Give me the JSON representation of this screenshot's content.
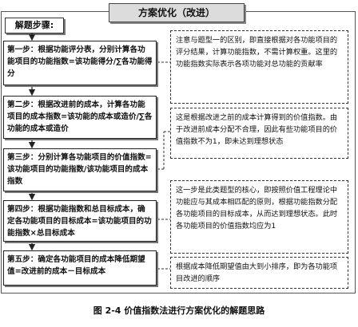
{
  "title": "方案优化（改进）",
  "steps_label": "解题步骤:",
  "steps": [
    "第一步：根据功能评分表，分别计算各功能项目的功能指数=该功能得分/∑各功能得分",
    "第二步：根据改进前的成本，计算各功能项目的成本指数=该功能的成本或造价/∑各功能的成本或造价",
    "第三步：分别计算各功能项目的价值指数=该功能项目的功能指数/该功能项目的成本指数",
    "第四步：根据功能指数和总目标成本，确定各功能项目的目标成本=该功能项目的功能指数×总目标成本",
    "第五步：确定各功能项目的成本降低期望值=改进前的成本－目标成本"
  ],
  "notes": [
    "注意与题型一的区别，即直接根据对各功能项目的评分结果，计算功能指数，不需计算权重。这里的功能指数实际表示各项功能对总功能的贡献率",
    "这是根据改进之前的成本计算得到的价值指数。由于改进前成本分配不合理，因此有些功能项目的价值指数不为1，即未达到理想状态",
    "这一步是此类题型的核心，即按照价值工程理论中功能应与其成本相匹配的原则，根据功能指数分配各功能项目的目标成本，从而达到理想状态。此时各功能项目的价值指数均应为1",
    "根据成本降低期望值由大到小排序，即为各功能项目改进的顺序"
  ],
  "caption": "图 2-4    价值指数法进行方案优化的解题思路"
}
